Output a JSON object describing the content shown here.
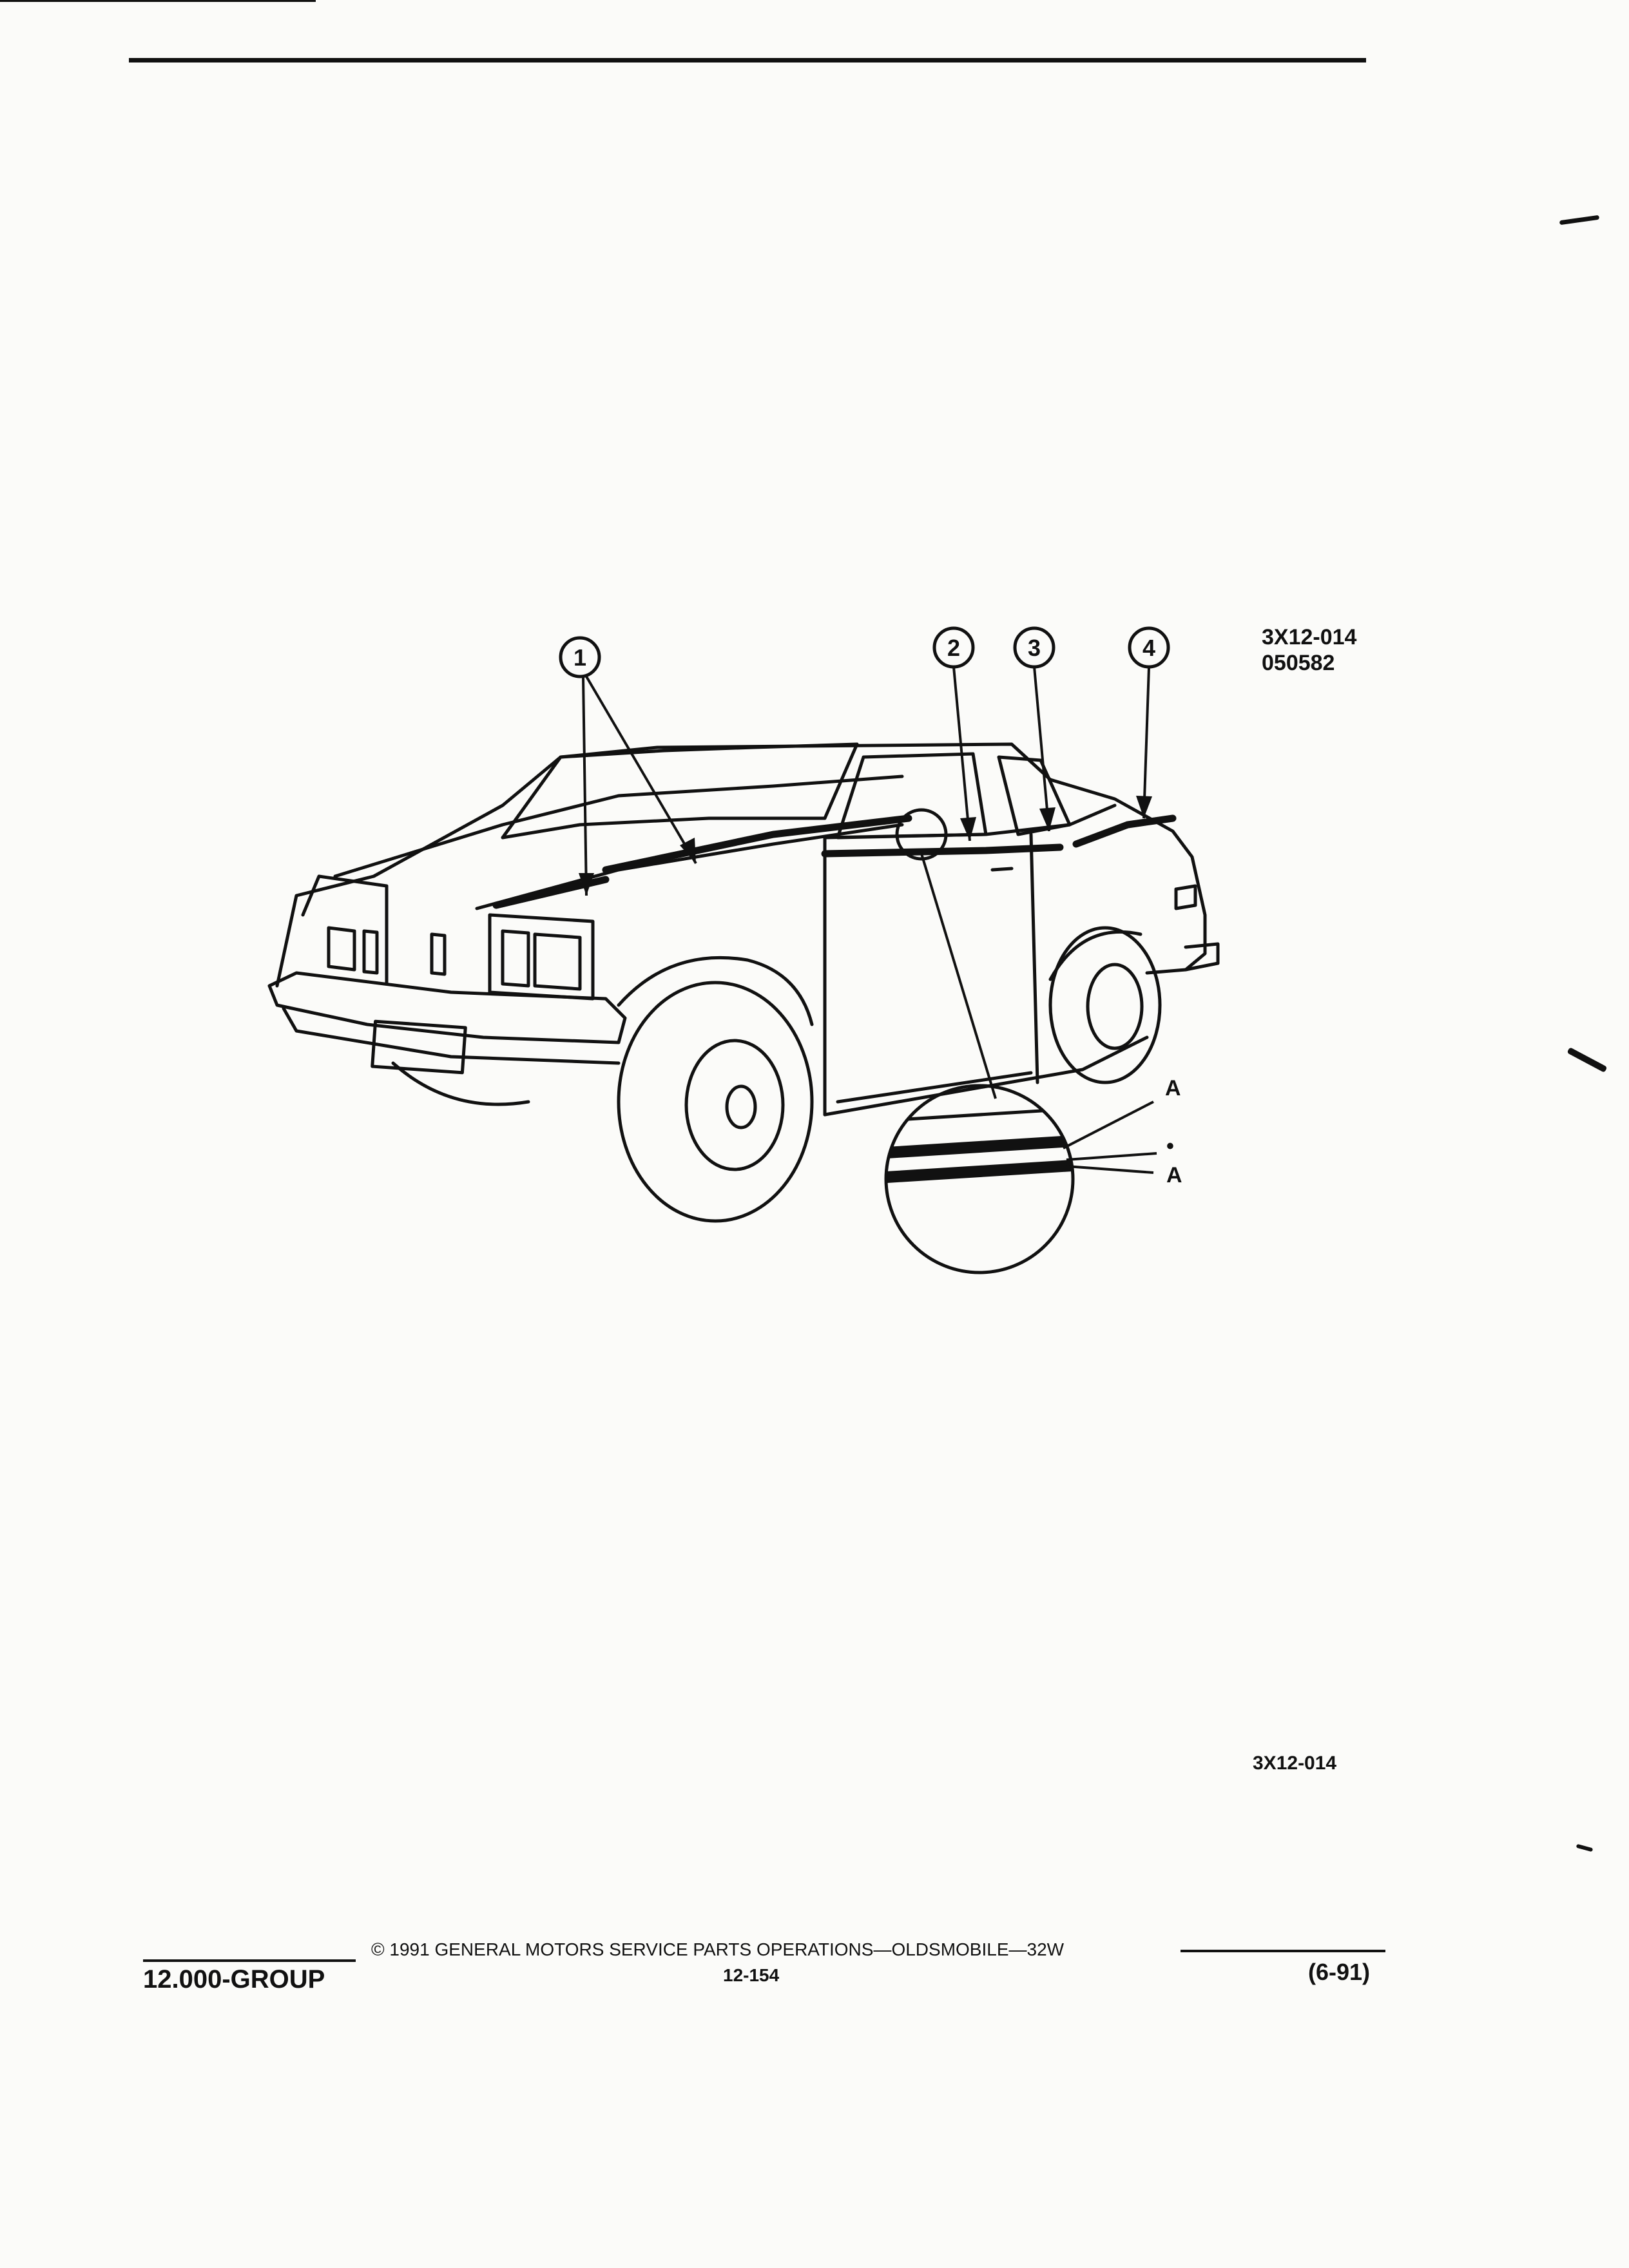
{
  "figure": {
    "code": "3X12-014",
    "date_code": "050582",
    "reference": "3X12-014",
    "callouts": [
      "1",
      "2",
      "3",
      "4"
    ],
    "detail_labels": [
      "A",
      "•",
      "A"
    ]
  },
  "footer": {
    "copyright": "© 1991 GENERAL MOTORS SERVICE PARTS OPERATIONS—OLDSMOBILE—32W",
    "group": "12.000-GROUP",
    "page": "12-154",
    "revision": "(6-91)"
  }
}
